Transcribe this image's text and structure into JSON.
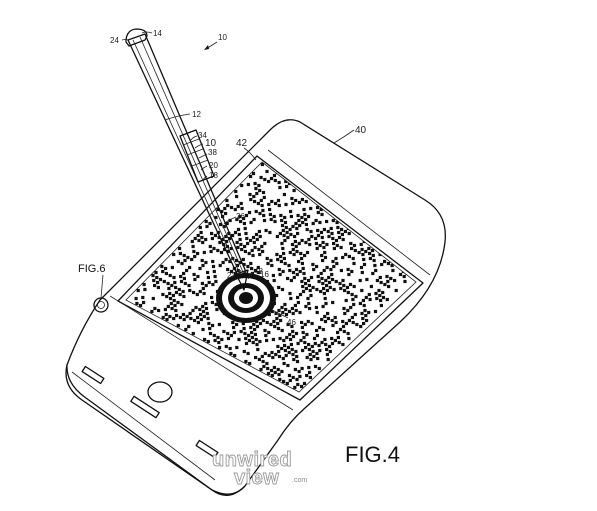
{
  "figure": {
    "title": "FIG.4",
    "side_label": "FIG.6",
    "refs": {
      "r10_top": "10",
      "r14": "14",
      "r24": "24",
      "r12": "12",
      "r34": "34",
      "r10_mid": "10",
      "r38": "38",
      "r20": "20",
      "r18": "18",
      "r42": "42",
      "r40": "40",
      "r26": "26",
      "r22": "22",
      "r48": "48",
      "r16": "16",
      "r46": "46"
    }
  },
  "watermark": {
    "line1": "unwired",
    "line2": "view",
    "suffix": ".com"
  },
  "colors": {
    "ink": "#111111",
    "paper": "#ffffff",
    "watermark": "#9a9a9a"
  }
}
